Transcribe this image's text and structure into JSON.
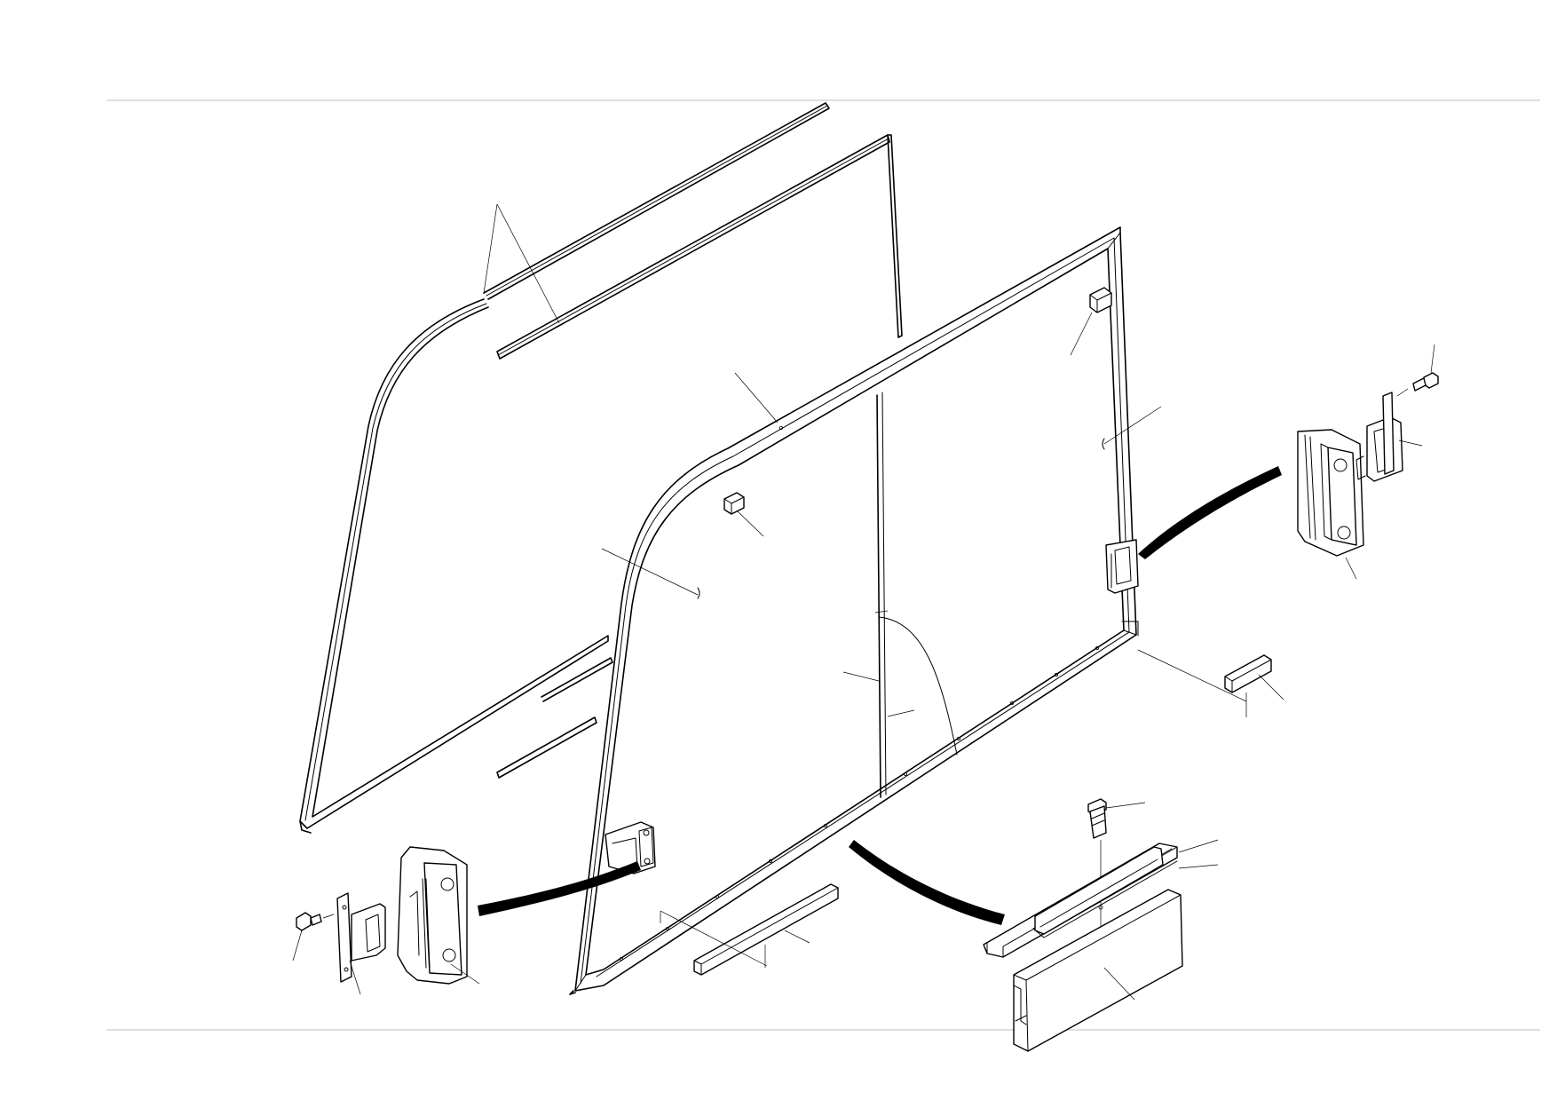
{
  "figure": {
    "colors": {
      "ink": "#000000",
      "rule": "#bdbdbd",
      "paper": "#ffffff"
    }
  },
  "components": [
    {
      "id": "outer-seal-strips"
    },
    {
      "id": "rubber-gasket-frame"
    },
    {
      "id": "window-frame"
    },
    {
      "id": "rear-glass-pane"
    },
    {
      "id": "front-glass-pane"
    },
    {
      "id": "center-divider-seal"
    },
    {
      "id": "rubber-stopper-upper-left"
    },
    {
      "id": "rubber-stopper-upper-right"
    },
    {
      "id": "rubber-stopper-lower"
    },
    {
      "id": "rubber-stopper-bottom"
    },
    {
      "id": "latch-assembly-right"
    },
    {
      "id": "latch-assembly-left"
    },
    {
      "id": "bottom-rail-assembly"
    }
  ]
}
